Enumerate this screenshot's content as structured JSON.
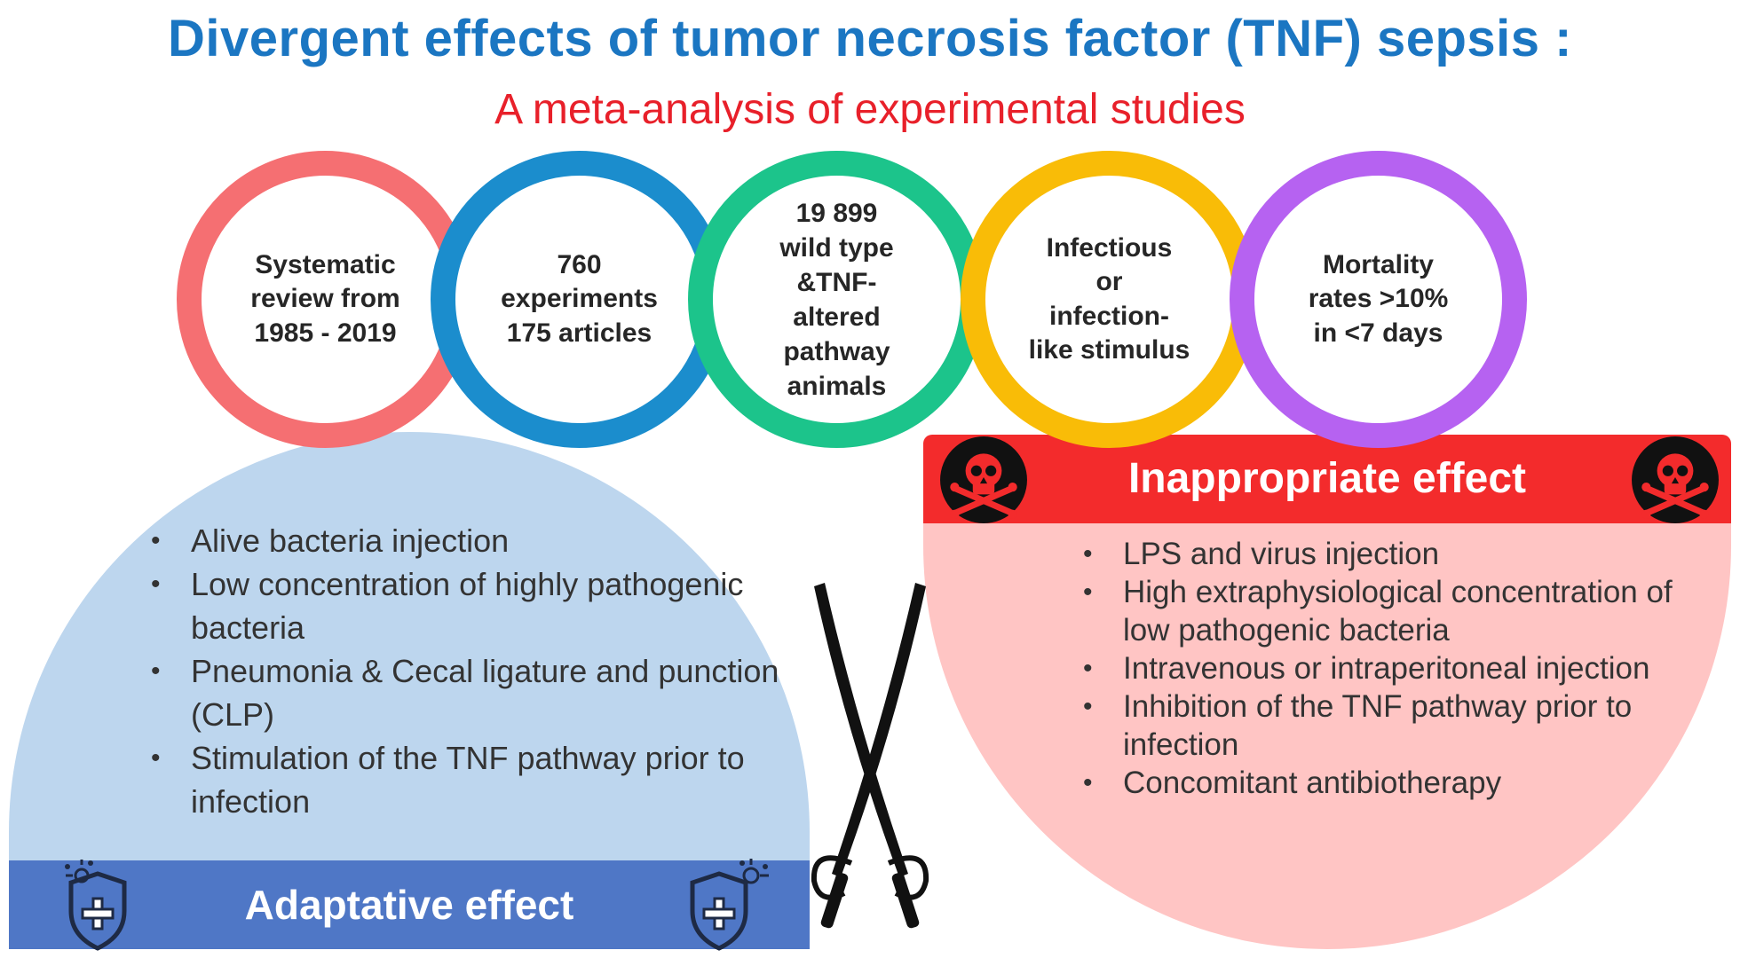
{
  "title": "Divergent effects of tumor necrosis factor (TNF) sepsis :",
  "subtitle": "A meta-analysis of experimental studies",
  "circles": [
    {
      "text": "Systematic\nreview from\n1985 - 2019",
      "color": "#f56f72"
    },
    {
      "text": "760\nexperiments\n175 articles",
      "color": "#1b8dcd"
    },
    {
      "text": "19 899\nwild type\n&TNF-\naltered\npathway\nanimals",
      "color": "#1cc48b"
    },
    {
      "text": "Infectious\nor\ninfection-\nlike stimulus",
      "color": "#f9bc07"
    },
    {
      "text": "Mortality\nrates >10%\nin <7 days",
      "color": "#b662f1"
    }
  ],
  "adaptive": {
    "label": "Adaptative effect",
    "items": [
      "Alive bacteria injection",
      "Low concentration of highly pathogenic bacteria",
      "Pneumonia & Cecal ligature and punction (CLP)",
      "Stimulation of the TNF pathway prior to infection"
    ],
    "panel_color": "#bdd6ee",
    "bar_color": "#4f77c6"
  },
  "inappropriate": {
    "label": "Inappropriate effect",
    "items": [
      "LPS and virus injection",
      "High extraphysiological concentration of low pathogenic bacteria",
      "Intravenous or intraperitoneal injection",
      "Inhibition of the TNF pathway prior to infection",
      "Concomitant antibiotherapy"
    ],
    "panel_color": "#ffc5c4",
    "bar_color": "#f32b2c"
  },
  "icons": {
    "shield": "shield-virus-icon",
    "skull": "skull-crossbones-icon",
    "swords": "crossed-swords-icon"
  }
}
